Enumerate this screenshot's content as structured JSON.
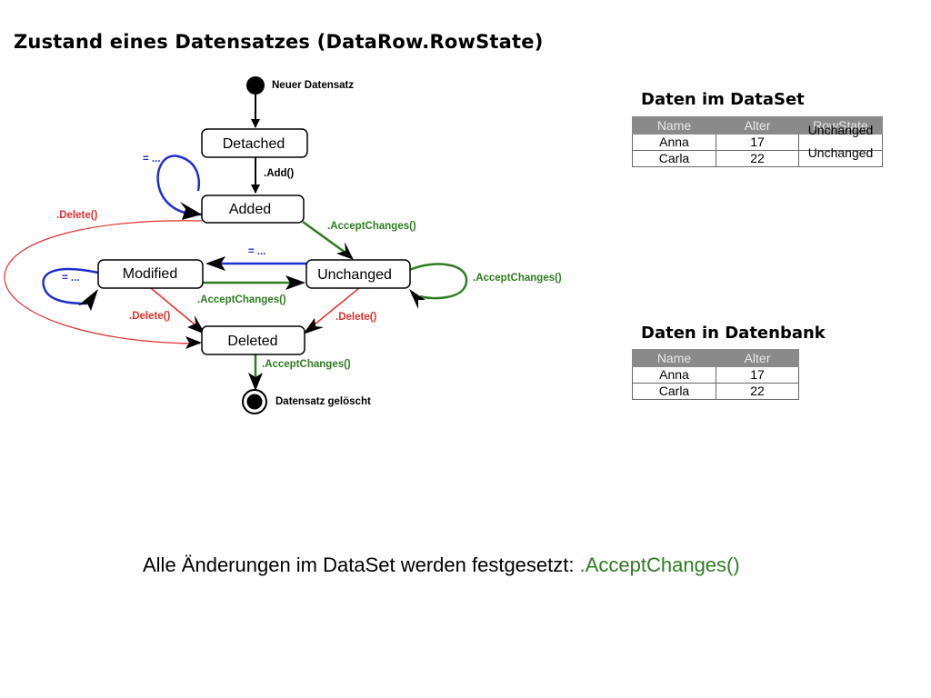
{
  "title": "Zustand eines Datensatzes (DataRow.RowState)",
  "diagram": {
    "start_label": "Neuer Datensatz",
    "end_label": "Datensatz gelöscht",
    "states": {
      "detached": "Detached",
      "added": "Added",
      "modified": "Modified",
      "unchanged": "Unchanged",
      "deleted": "Deleted"
    },
    "edges": {
      "add": ".Add()",
      "added_self": "= ...",
      "added_delete": ".Delete()",
      "added_accept": ".AcceptChanges()",
      "unchanged_to_modified": "= ...",
      "modified_self": "= ...",
      "unchanged_self_accept": ".AcceptChanges()",
      "modified_accept": ".AcceptChanges()",
      "modified_delete": ".Delete()",
      "unchanged_delete": ".Delete()",
      "deleted_accept": ".AcceptChanges()"
    },
    "colors": {
      "black": "#000000",
      "blue": "#1f2fd0",
      "green": "#2e7d22",
      "red": "#e0312f"
    }
  },
  "dataset": {
    "title": "Daten im DataSet",
    "headers": [
      "Name",
      "Alter",
      "RowState"
    ],
    "rows": [
      [
        "Anna",
        "17",
        "Unchanged"
      ],
      [
        "Carla",
        "22",
        "Unchanged"
      ]
    ]
  },
  "database": {
    "title": "Daten in Datenbank",
    "headers": [
      "Name",
      "Alter"
    ],
    "rows": [
      [
        "Anna",
        "17"
      ],
      [
        "Carla",
        "22"
      ]
    ]
  },
  "footer": {
    "text": "Alle Änderungen im DataSet werden festgesetzt: ",
    "code": ".AcceptChanges()"
  }
}
